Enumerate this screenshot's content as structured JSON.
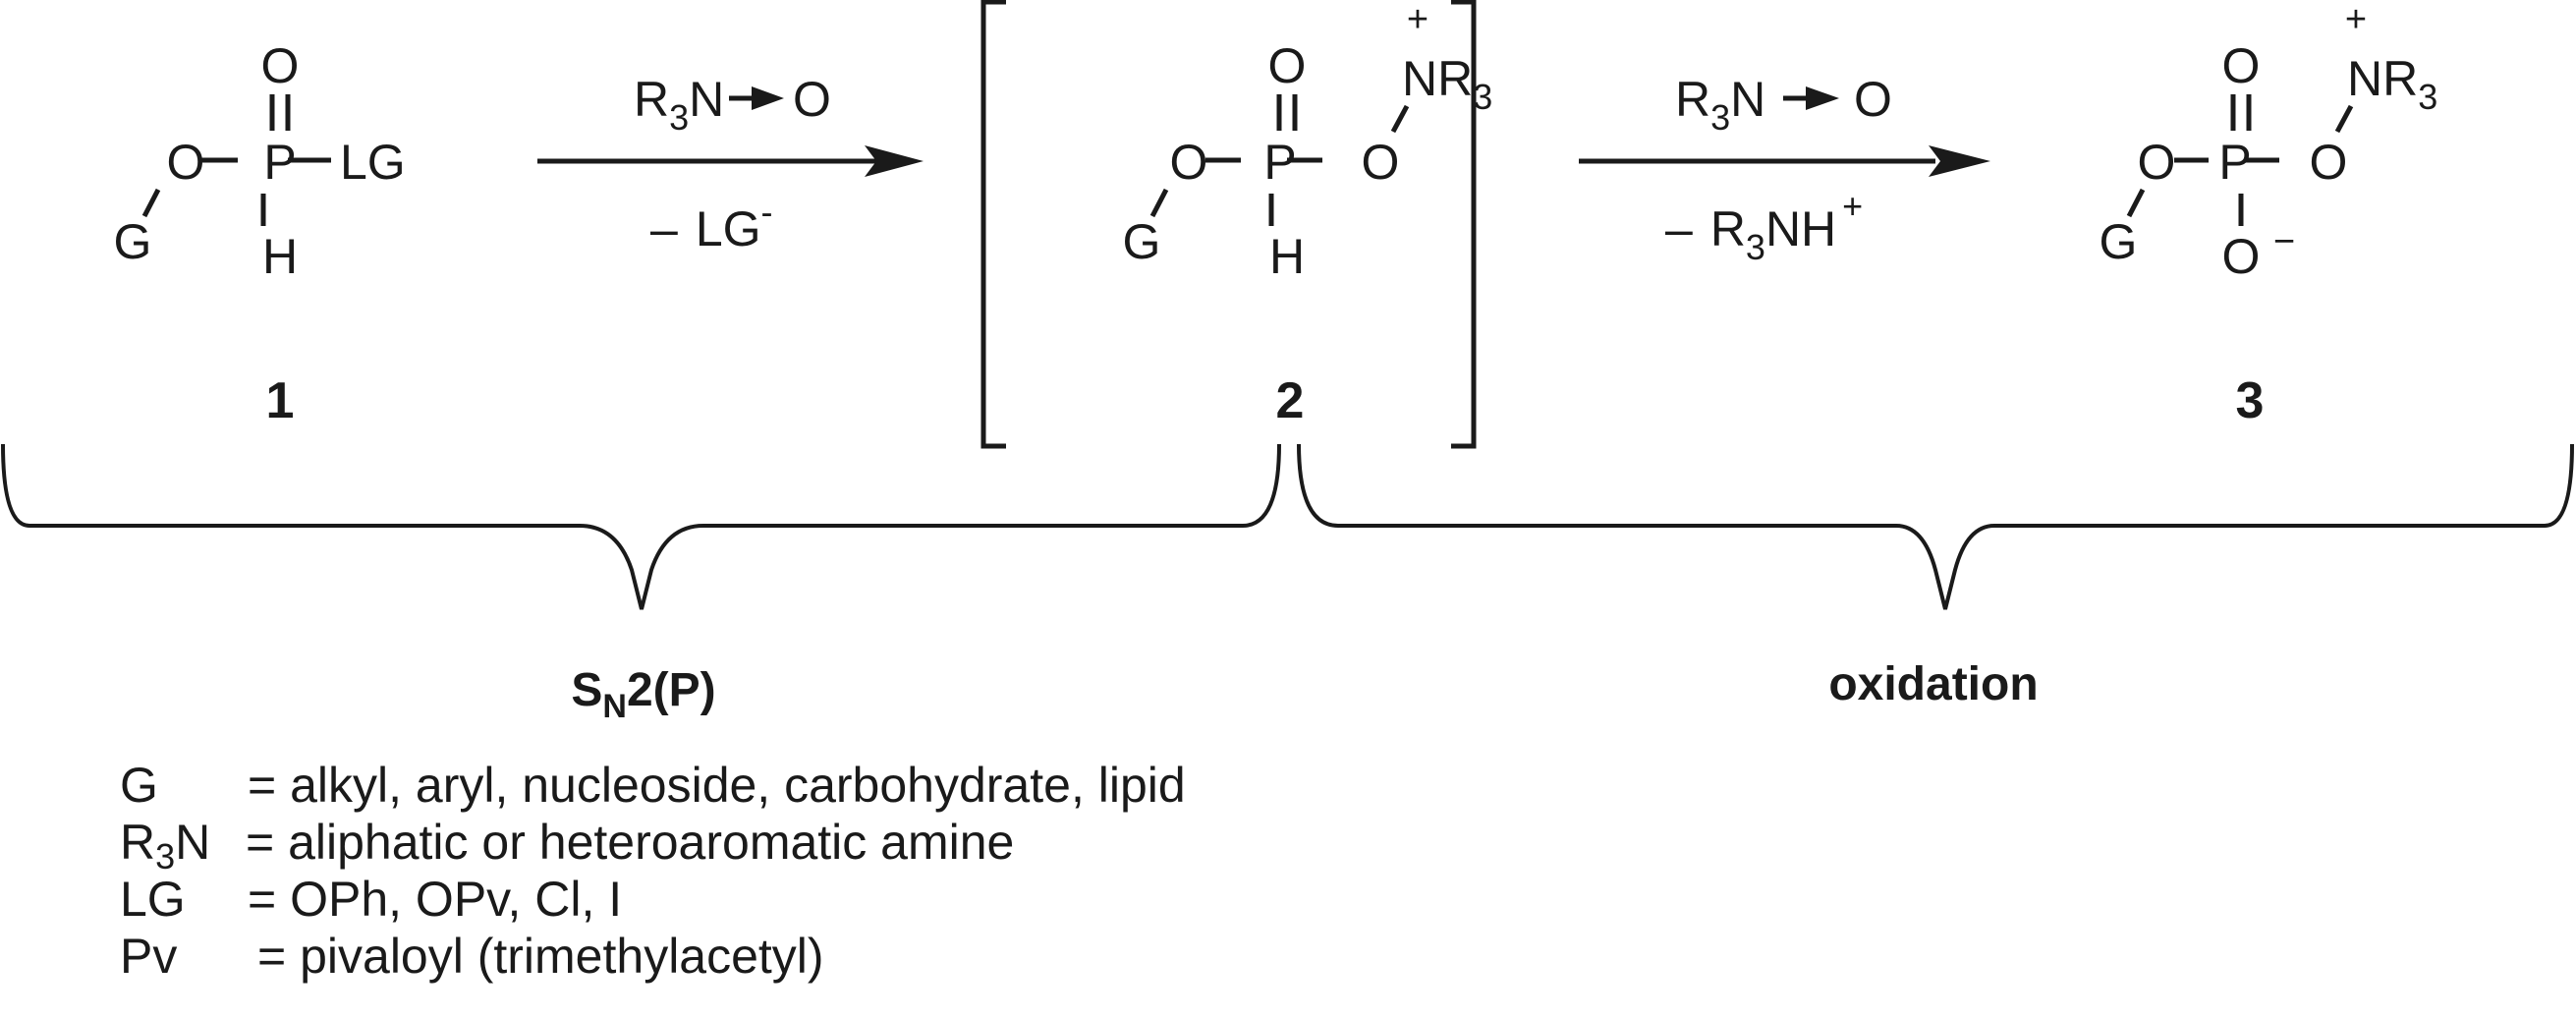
{
  "compounds": [
    {
      "label": "1",
      "atoms": {
        "o_top": "O",
        "o_left": "O",
        "p": "P",
        "lg": "LG",
        "g": "G",
        "h": "H"
      }
    },
    {
      "label": "2",
      "atoms": {
        "o_top": "O",
        "o_left": "O",
        "p": "P",
        "o_right": "O",
        "n": "NR",
        "n_sub": "3",
        "n_charge": "+",
        "g": "G",
        "h": "H"
      }
    },
    {
      "label": "3",
      "atoms": {
        "o_top": "O",
        "o_left": "O",
        "p": "P",
        "o_right": "O",
        "n": "NR",
        "n_sub": "3",
        "n_charge": "+",
        "g": "G",
        "o_bottom": "O",
        "o_bottom_charge": "−"
      }
    }
  ],
  "arrows": [
    {
      "reagent": {
        "r": "R",
        "sub": "3",
        "n": "N",
        "o": "O"
      },
      "byproduct": {
        "minus": "–",
        "text": "LG",
        "charge": "-"
      }
    },
    {
      "reagent": {
        "r": "R",
        "sub": "3",
        "n": "N",
        "o": "O"
      },
      "byproduct": {
        "minus": "–",
        "r": "R",
        "sub": "3",
        "text": "NH",
        "charge": "+"
      }
    }
  ],
  "steps": [
    {
      "main": "S",
      "sub": "N",
      "rest": "2(P)"
    },
    {
      "main": "oxidation"
    }
  ],
  "legend": [
    {
      "key": "G",
      "key_sub": "",
      "key_suffix": "",
      "value": "= alkyl, aryl, nucleoside, carbohydrate, lipid"
    },
    {
      "key": "R",
      "key_sub": "3",
      "key_suffix": "N",
      "value": "= aliphatic or heteroaromatic amine"
    },
    {
      "key": "LG",
      "key_sub": "",
      "key_suffix": "",
      "value": "= OPh, OPv, Cl, I"
    },
    {
      "key": "Pv",
      "key_sub": "",
      "key_suffix": "",
      "value": "= pivaloyl (trimethylacetyl)"
    }
  ]
}
